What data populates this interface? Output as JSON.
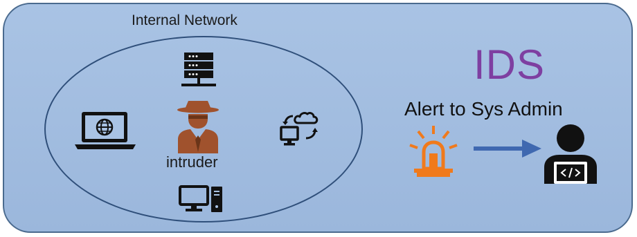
{
  "network": {
    "title": "Internal Network",
    "intruder_label": "intruder",
    "devices": [
      "server-icon",
      "laptop-icon",
      "intruder-icon",
      "cloud-sync-icon",
      "desktop-icon"
    ]
  },
  "ids": {
    "title": "IDS",
    "alert_text": "Alert to Sys Admin",
    "icons": [
      "alarm-siren-icon",
      "arrow-right-icon",
      "sys-admin-icon"
    ]
  },
  "colors": {
    "panel_fill": "#a9c3e4",
    "panel_border": "#4a6a8e",
    "ellipse_stroke": "#2f4f7a",
    "intruder_brown": "#a0522d",
    "ids_purple": "#7e3fa1",
    "alarm_orange": "#f07a1c",
    "arrow_blue": "#3f68b0"
  }
}
